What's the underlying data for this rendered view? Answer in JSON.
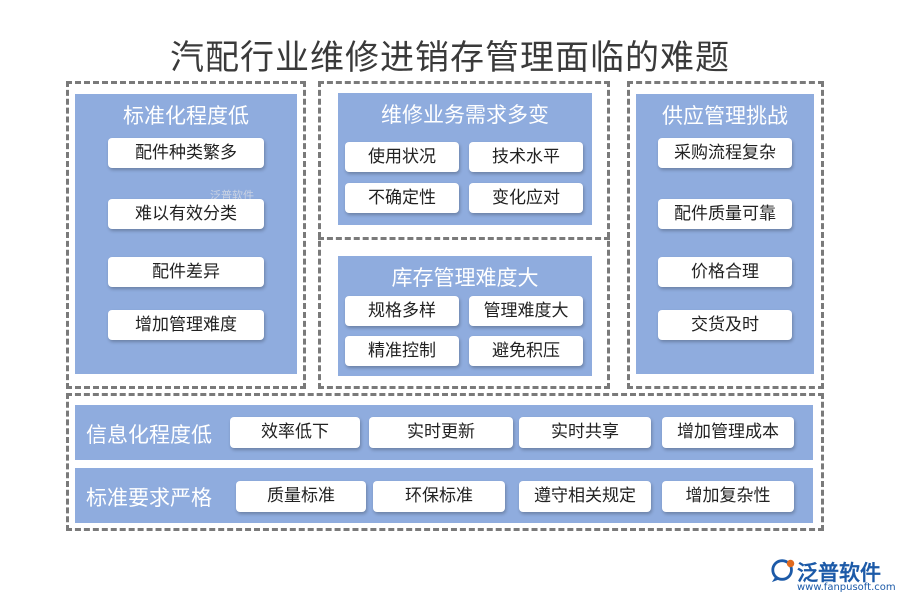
{
  "title": "汽配行业维修进销存管理面临的难题",
  "standardization": {
    "title": "标准化程度低",
    "items": [
      "配件种类繁多",
      "难以有效分类",
      "配件差异",
      "增加管理难度"
    ]
  },
  "repair": {
    "title": "维修业务需求多变",
    "items": [
      "使用状况",
      "技术水平",
      "不确定性",
      "变化应对"
    ]
  },
  "inventory": {
    "title": "库存管理难度大",
    "items": [
      "规格多样",
      "管理难度大",
      "精准控制",
      "避免积压"
    ]
  },
  "supply": {
    "title": "供应管理挑战",
    "items": [
      "采购流程复杂",
      "配件质量可靠",
      "价格合理",
      "交货及时"
    ]
  },
  "informatization": {
    "title": "信息化程度低",
    "items": [
      "效率低下",
      "实时更新",
      "实时共享",
      "增加管理成本"
    ]
  },
  "requirements": {
    "title": "标准要求严格",
    "items": [
      "质量标准",
      "环保标准",
      "遵守相关规定",
      "增加复杂性"
    ]
  },
  "watermark": "泛普软件",
  "logo": {
    "name": "泛普软件",
    "url": "www.fanpusoft.com",
    "color": "#1c5aa8"
  },
  "colors": {
    "panel": "#8facde",
    "pill": "#ffffff",
    "dash": "#7a7a7a"
  }
}
